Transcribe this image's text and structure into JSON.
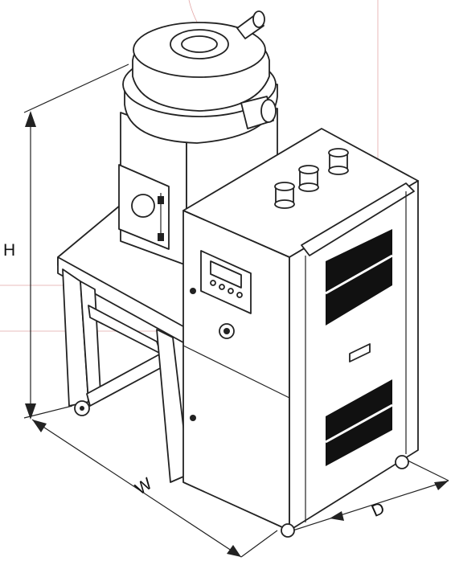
{
  "dimensions": {
    "height_label": "H",
    "width_label": "W",
    "depth_label": "D"
  },
  "colors": {
    "outline": "#222222",
    "guide_line": "#e3a7a7",
    "background": "#ffffff"
  }
}
